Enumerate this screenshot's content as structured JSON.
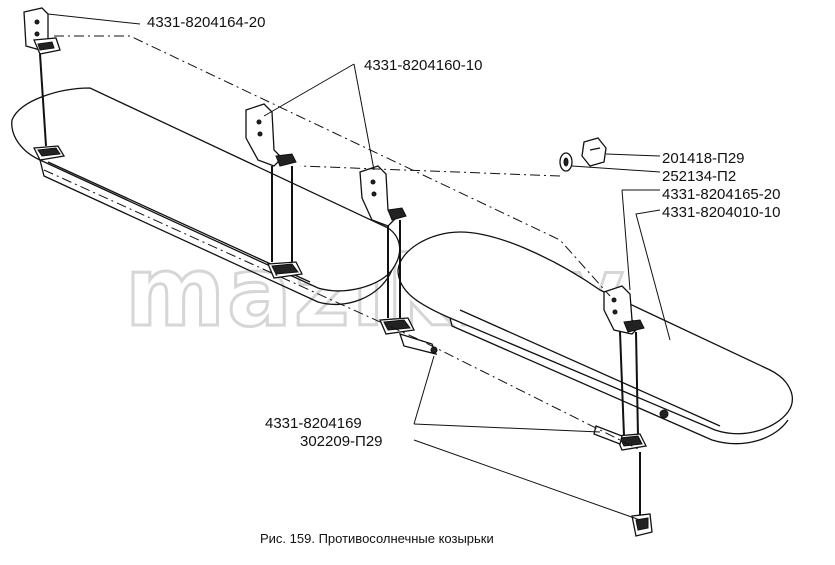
{
  "parts": {
    "p1": "4331-8204164-20",
    "p2": "4331-8204160-10",
    "p3": "201418-П29",
    "p4": "252134-П2",
    "p5": "4331-8204165-20",
    "p6": "4331-8204010-10",
    "p7": "4331-8204169",
    "p8": "302209-П29"
  },
  "caption": "Рис. 159. Противосолнечные козырьки",
  "watermark": "mazik.by"
}
